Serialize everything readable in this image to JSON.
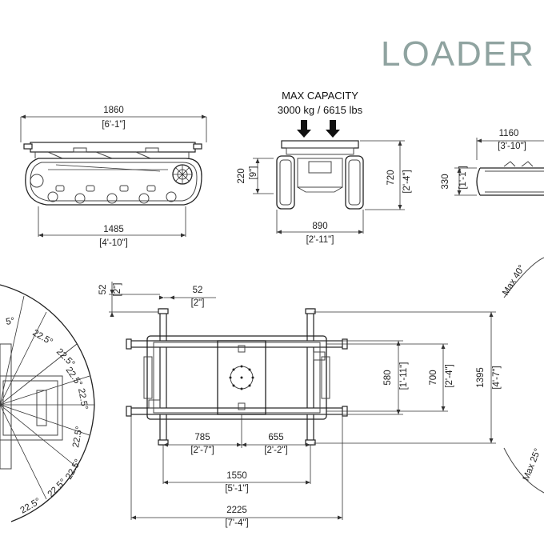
{
  "title": "LOADER",
  "colors": {
    "title": "#8fa3a0",
    "line": "#222222"
  },
  "capacity": {
    "line1": "MAX CAPACITY",
    "line2": "3000 kg / 6615 lbs"
  },
  "side_view": {
    "top_length": {
      "mm": "1860",
      "imp": "[6'-1\"]"
    },
    "bottom_length": {
      "mm": "1485",
      "imp": "[4'-10\"]"
    }
  },
  "front_view": {
    "ground_clearance": {
      "mm": "220",
      "imp": "[9\"]"
    },
    "height": {
      "mm": "720",
      "imp": "[2'-4\"]"
    },
    "width": {
      "mm": "890",
      "imp": "[2'-11\"]"
    }
  },
  "right_view": {
    "length": {
      "mm": "1160",
      "imp": "[3'-10\"]"
    },
    "height": {
      "mm": "330",
      "imp": "[1'-1\"]"
    },
    "max_up": "Max 40°",
    "max_down": "Max 25°"
  },
  "turning_view": {
    "angles": [
      "22.5°",
      "22.5°",
      "22.5°",
      "22.5°",
      "22.5°",
      "22.5°",
      "22.5°",
      "22.5°",
      "5°"
    ]
  },
  "top_view": {
    "beam_v": {
      "mm": "52",
      "imp": "[2\"]"
    },
    "beam_h": {
      "mm": "52",
      "imp": "[2\"]"
    },
    "left_offset": {
      "mm": "785",
      "imp": "[2'-7\"]"
    },
    "right_offset": {
      "mm": "655",
      "imp": "[2'-2\"]"
    },
    "inner_length": {
      "mm": "1550",
      "imp": "[5'-1\"]"
    },
    "overall_length": {
      "mm": "2225",
      "imp": "[7'-4\"]"
    },
    "plate_width": {
      "mm": "580",
      "imp": "[1'-11\"]"
    },
    "track_width": {
      "mm": "700",
      "imp": "[2'-4\"]"
    },
    "overall_width": {
      "mm": "1395",
      "imp": "[4'-7\"]"
    }
  }
}
